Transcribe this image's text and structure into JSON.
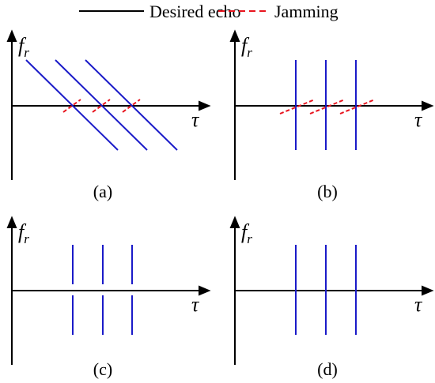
{
  "legend": {
    "desired_label": "Desired echo",
    "jamming_label": "Jamming"
  },
  "axes": {
    "y_symbol": "f",
    "y_subscript": "r",
    "x_symbol": "τ"
  },
  "colors": {
    "desired": "#1a1ac8",
    "jamming": "#e8141e",
    "axis": "#000000"
  },
  "panels": [
    {
      "caption": "(a)",
      "echo": "diagonal",
      "jamming": "positive-slope-short"
    },
    {
      "caption": "(b)",
      "echo": "vertical",
      "jamming": "positive-slope-continuous"
    },
    {
      "caption": "(c)",
      "echo": "vertical-gap",
      "jamming": "removed"
    },
    {
      "caption": "(d)",
      "echo": "vertical",
      "jamming": "none"
    }
  ]
}
